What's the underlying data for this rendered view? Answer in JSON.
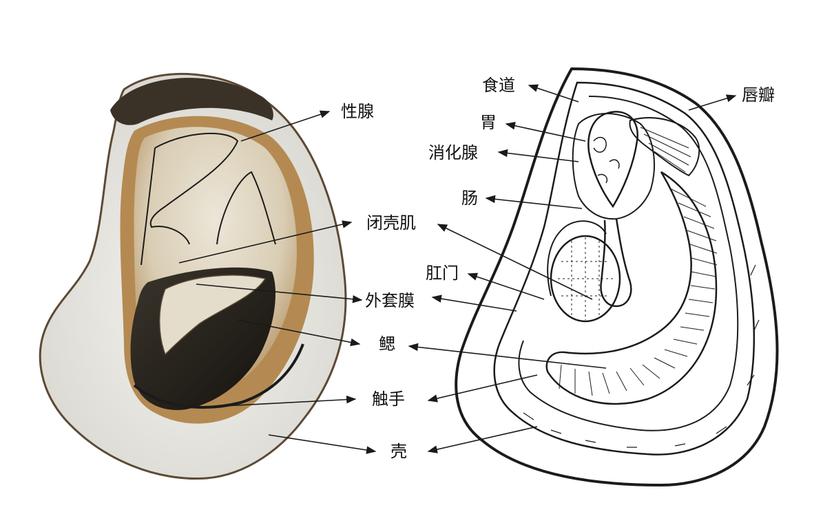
{
  "diagram": {
    "left_labels": {
      "gonad": "性腺",
      "adductor": "闭壳肌",
      "mantle": "外套膜",
      "gill": "鳃",
      "tentacle": "触手",
      "shell": "壳"
    },
    "right_labels": {
      "esophagus": "食道",
      "labial_palp": "唇瓣",
      "stomach": "胃",
      "digestive_gland": "消化腺",
      "intestine": "肠",
      "anus": "肛门"
    }
  }
}
